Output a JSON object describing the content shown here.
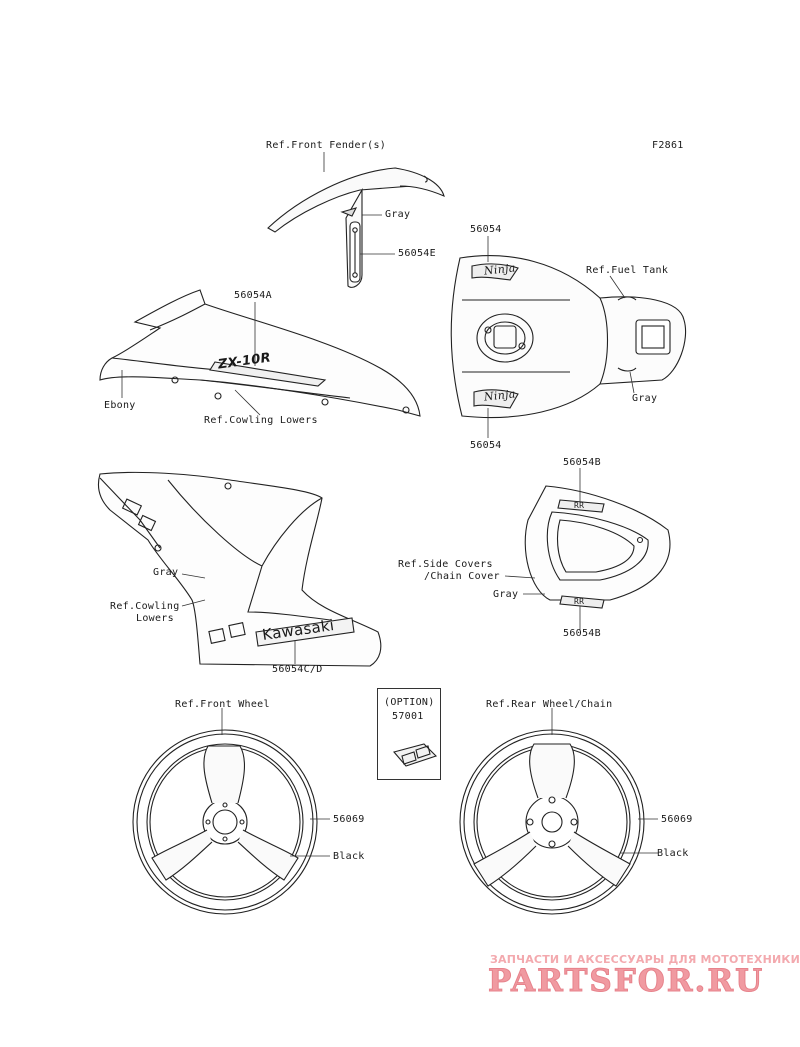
{
  "figure_code": "F2861",
  "labels": {
    "front_fender_ref": "Ref.Front Fender(s)",
    "fender_gray": "Gray",
    "fender_part": "56054E",
    "tank_part_top": "56054",
    "fuel_tank_ref": "Ref.Fuel Tank",
    "tank_gray": "Gray",
    "tank_part_bottom": "56054",
    "cowling_upper_part": "56054A",
    "ebony": "Ebony",
    "cowling_lowers_ref": "Ref.Cowling Lowers",
    "tail_part_top": "56054B",
    "side_covers_ref_line1": "Ref.Side Covers",
    "side_covers_ref_line2": "/Chain Cover",
    "tail_gray": "Gray",
    "tail_part_bottom": "56054B",
    "lower_gray": "Gray",
    "lower_cowling_ref_line1": "Ref.Cowling",
    "lower_cowling_ref_line2": "Lowers",
    "lower_cowling_part": "56054C/D",
    "front_wheel_ref": "Ref.Front Wheel",
    "front_wheel_part": "56069",
    "front_wheel_black": "Black",
    "option_title": "(OPTION)",
    "option_part": "57001",
    "rear_wheel_ref": "Ref.Rear Wheel/Chain",
    "rear_wheel_part": "56069",
    "rear_wheel_black": "Black"
  },
  "decals": {
    "cowling_text": "ZX-10R",
    "lower_text": "Kawasaki",
    "tank_logo": "Ninja",
    "tail_text": "RR"
  },
  "watermark": {
    "tagline": "ЗАПЧАСТИ И АКСЕССУАРЫ ДЛЯ МОТОТЕХНИКИ",
    "brand": "PARTSFOR.RU",
    "color": "#f09aa1"
  }
}
